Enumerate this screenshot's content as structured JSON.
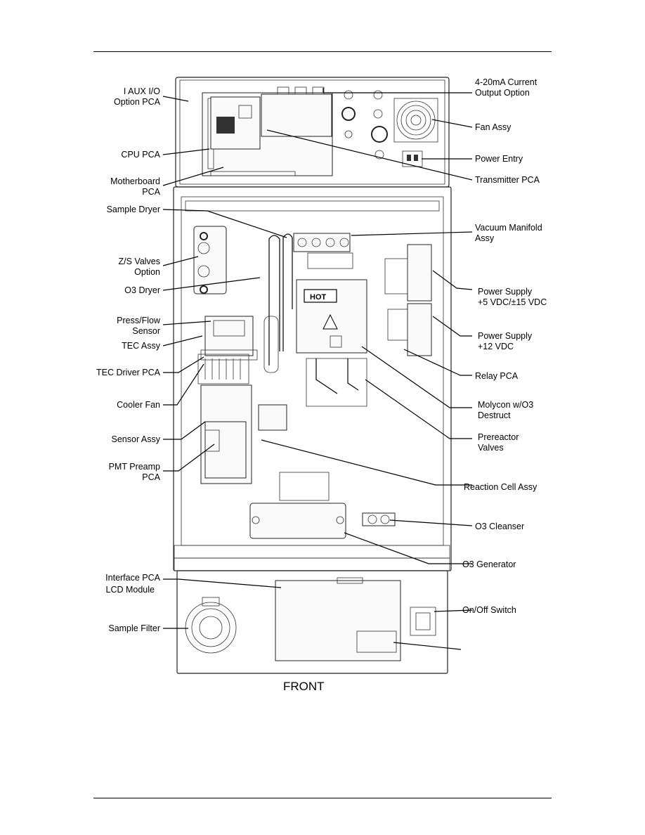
{
  "figure": {
    "front_label": "FRONT",
    "hot_label": "HOT",
    "labels": {
      "aux_io": [
        "I AUX I/O",
        "Option PCA"
      ],
      "cpu_pca": [
        "CPU PCA"
      ],
      "motherboard": [
        "Motherboard",
        "PCA"
      ],
      "current_output": [
        "4-20mA Current",
        "Output Option"
      ],
      "fan_assy": [
        "Fan Assy"
      ],
      "power_entry": [
        "Power Entry"
      ],
      "transmitter_pca": [
        "Transmitter PCA"
      ],
      "sample_dryer": [
        "Sample Dryer"
      ],
      "zs_valves": [
        "Z/S Valves",
        "Option"
      ],
      "o3_dryer": [
        "O3 Dryer"
      ],
      "press_flow": [
        "Press/Flow",
        "Sensor"
      ],
      "tec_assy": [
        "TEC Assy"
      ],
      "tec_driver": [
        "TEC Driver PCA"
      ],
      "cooler_fan": [
        "Cooler Fan"
      ],
      "sensor_assy": [
        "Sensor Assy"
      ],
      "pmt_preamp": [
        "PMT Preamp",
        "PCA"
      ],
      "vacuum_manifold": [
        "Vacuum Manifold",
        "Assy"
      ],
      "ps_5v": [
        "Power Supply",
        "+5 VDC/±15 VDC"
      ],
      "ps_12v": [
        "Power Supply",
        "+12 VDC"
      ],
      "relay_pca": [
        "Relay PCA"
      ],
      "molycon": [
        "Molycon w/O3",
        "Destruct"
      ],
      "preactor_valves": [
        "Prereactor",
        "Valves"
      ],
      "reaction_cell": [
        "Reaction Cell Assy"
      ],
      "o3_cleanser": [
        "O3 Cleanser"
      ],
      "o3_generator": [
        "O3 Generator"
      ],
      "interface_pca": [
        "Interface PCA",
        "LCD Module"
      ],
      "sample_filter": [
        "Sample Filter"
      ],
      "onoff_switch": [
        "On/Off Switch"
      ]
    }
  }
}
